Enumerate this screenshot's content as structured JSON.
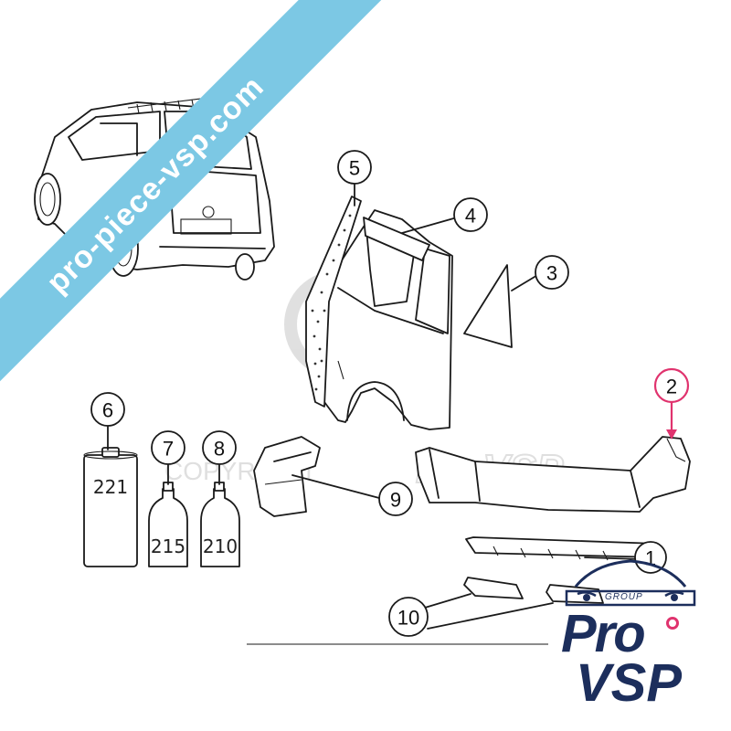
{
  "callouts": [
    {
      "label": "1"
    },
    {
      "label": "2"
    },
    {
      "label": "3"
    },
    {
      "label": "4"
    },
    {
      "label": "5"
    },
    {
      "label": "6"
    },
    {
      "label": "7"
    },
    {
      "label": "8"
    },
    {
      "label": "9"
    },
    {
      "label": "10"
    }
  ],
  "bottles": [
    {
      "code": "221"
    },
    {
      "code": "215"
    },
    {
      "code": "210"
    }
  ],
  "watermark": {
    "banner_text": "pro-piece-vsp.com",
    "copyright_text": "COPYRIGHT",
    "brand_text": "ProVSP"
  },
  "logo": {
    "group_text": "GROUP",
    "line1": "Pro",
    "line2": "VSP"
  },
  "colors": {
    "highlight": "#e0336e",
    "banner": "#7cc8e4",
    "logo_navy": "#1c2e5c",
    "logo_pink": "#e0336e"
  }
}
